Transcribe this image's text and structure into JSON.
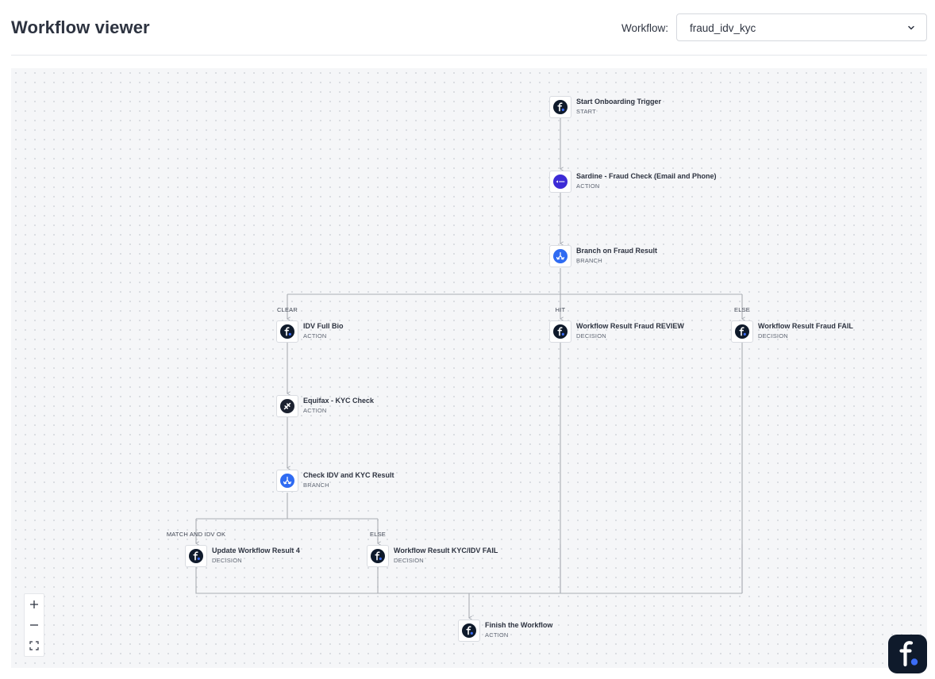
{
  "header": {
    "title": "Workflow viewer",
    "workflow_label": "Workflow:",
    "workflow_value": "fraud_idv_kyc"
  },
  "nodes": [
    {
      "id": "start",
      "title": "Start Onboarding Trigger",
      "type": "START",
      "icon": "footprint-logo-icon"
    },
    {
      "id": "sardine",
      "title": "Sardine - Fraud Check (Email and Phone)",
      "type": "ACTION",
      "icon": "sardine-logo-icon"
    },
    {
      "id": "branch_fraud",
      "title": "Branch on Fraud Result",
      "type": "BRANCH",
      "icon": "branch-icon"
    },
    {
      "id": "idv",
      "title": "IDV Full Bio",
      "type": "ACTION",
      "icon": "footprint-logo-icon"
    },
    {
      "id": "review",
      "title": "Workflow Result Fraud REVIEW",
      "type": "DECISION",
      "icon": "footprint-logo-icon"
    },
    {
      "id": "fraud_fail",
      "title": "Workflow Result Fraud FAIL",
      "type": "DECISION",
      "icon": "footprint-logo-icon"
    },
    {
      "id": "equifax",
      "title": "Equifax - KYC Check",
      "type": "ACTION",
      "icon": "equifax-logo-icon"
    },
    {
      "id": "branch_idv",
      "title": "Check IDV and KYC Result",
      "type": "BRANCH",
      "icon": "branch-icon"
    },
    {
      "id": "update4",
      "title": "Update Workflow Result 4",
      "type": "DECISION",
      "icon": "footprint-logo-icon"
    },
    {
      "id": "kyc_fail",
      "title": "Workflow Result KYC/IDV FAIL",
      "type": "DECISION",
      "icon": "footprint-logo-icon"
    },
    {
      "id": "finish",
      "title": "Finish the Workflow",
      "type": "ACTION",
      "icon": "footprint-logo-icon"
    }
  ],
  "edge_labels": {
    "clear": "CLEAR",
    "hit": "HIT",
    "else_fraud": "ELSE",
    "match": "MATCH AND IDV OK",
    "else_idv": "ELSE"
  },
  "colors": {
    "footprint_dark": "#0f1a2b",
    "footprint_blue": "#3b6cf5",
    "sardine_purple": "#3d2bd6",
    "branch_blue": "#2f6bf2",
    "equifax_dark": "#1c2230",
    "edge": "#a9adb4"
  },
  "zoom_controls": {
    "zoom_in": "zoom-in-icon",
    "zoom_out": "zoom-out-icon",
    "fit_view": "fit-view-icon"
  }
}
